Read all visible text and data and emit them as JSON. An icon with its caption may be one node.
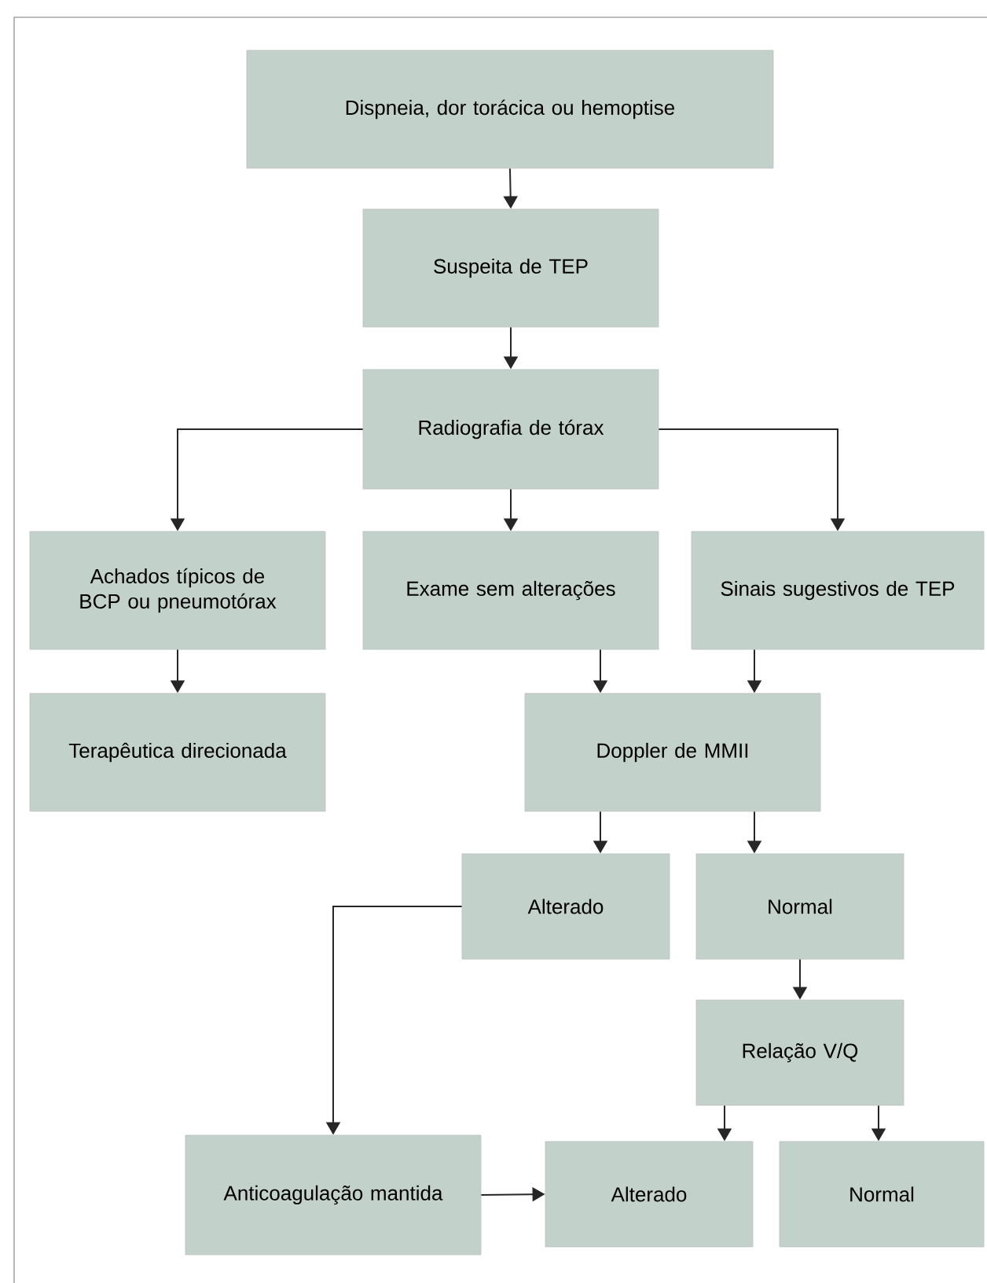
{
  "diagram": {
    "nodes": [
      {
        "text": [
          "Dispneia, dor torácica ou hemoptise"
        ]
      },
      {
        "text": [
          "Suspeita de TEP"
        ]
      },
      {
        "text": [
          "Radiografia de tórax"
        ]
      },
      {
        "text": [
          "Achados típicos de BCP ou pneumotórax"
        ]
      },
      {
        "text": [
          "Exame sem alterações"
        ]
      },
      {
        "text": [
          "Sinais sugestivos de TEP"
        ]
      },
      {
        "text": [
          "Terapêutica direcionada"
        ]
      },
      {
        "text": [
          "Doppler de MMII"
        ]
      },
      {
        "text": [
          "Alterado"
        ]
      },
      {
        "text": [
          "Normal"
        ]
      },
      {
        "text": [
          "Relação V/Q"
        ]
      },
      {
        "text": [
          "Anticoagulação mantida"
        ]
      },
      {
        "text": [
          "Alterado"
        ]
      },
      {
        "text": [
          "Normal"
        ]
      }
    ],
    "edges": [
      {
        "from": 0,
        "to": 1,
        "arrow": "to"
      },
      {
        "from": 1,
        "to": 2,
        "arrow": "to"
      },
      {
        "from": 2,
        "to": 3,
        "arrow": "to"
      },
      {
        "from": 2,
        "to": 4,
        "arrow": "to"
      },
      {
        "from": 2,
        "to": 5,
        "arrow": "to"
      },
      {
        "from": 3,
        "to": 6,
        "arrow": "to"
      },
      {
        "from": 4,
        "to": 7,
        "arrow": "to"
      },
      {
        "from": 5,
        "to": 7,
        "arrow": "to"
      },
      {
        "from": 7,
        "to": 8,
        "arrow": "to"
      },
      {
        "from": 7,
        "to": 9,
        "arrow": "to"
      },
      {
        "from": 9,
        "to": 10,
        "arrow": "to"
      },
      {
        "from": 8,
        "to": 11,
        "arrow": "to"
      },
      {
        "from": 10,
        "to": 12,
        "arrow": "to"
      },
      {
        "from": 10,
        "to": 13,
        "arrow": "to"
      },
      {
        "from": 11,
        "to": 12,
        "arrow": "to"
      }
    ]
  }
}
